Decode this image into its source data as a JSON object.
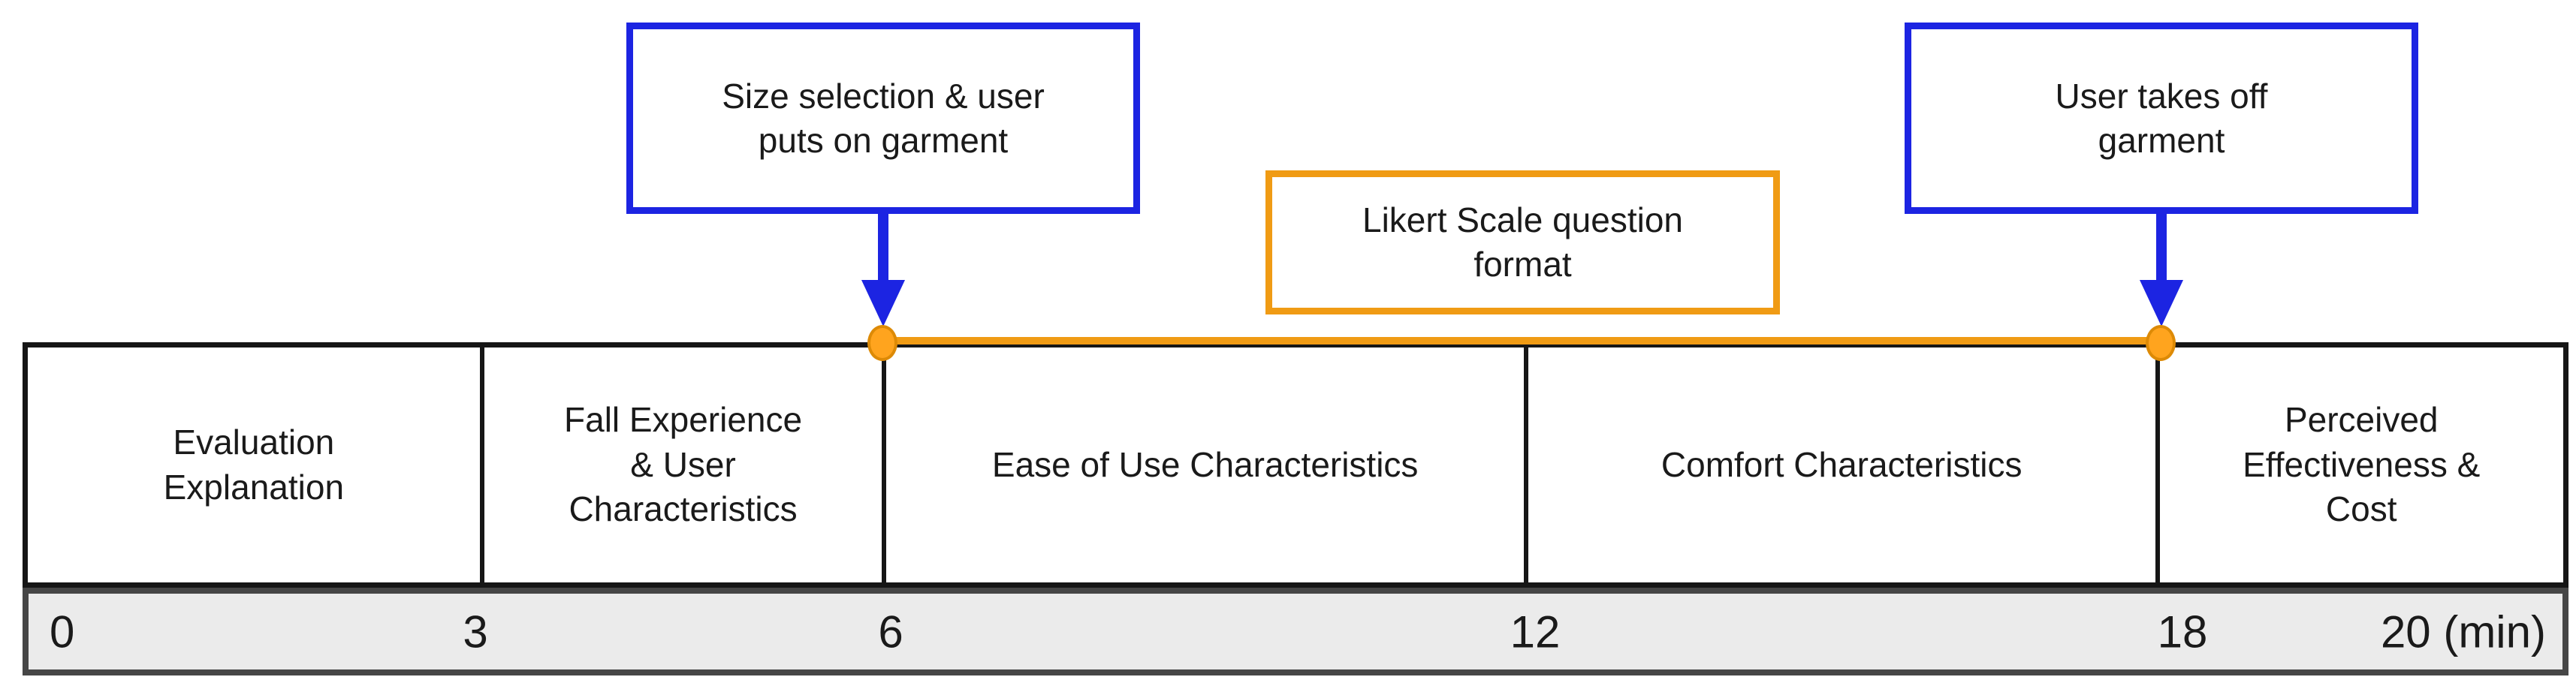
{
  "colors": {
    "blue": "#1c24e2",
    "orange": "#f09b14",
    "dot_orange": "#ffa41e",
    "dot_edge": "#dd8a06",
    "cell_border": "#161616",
    "axis_bg": "#ebebeb",
    "axis_border": "#464646",
    "text": "#1a1a1a"
  },
  "callouts": {
    "size_selection": {
      "lines": [
        "Size selection & user",
        "puts on garment"
      ],
      "points_to_min": 6
    },
    "likert": {
      "lines": [
        "Likert Scale question",
        "format"
      ],
      "spans_min": [
        6,
        18
      ]
    },
    "take_off": {
      "lines": [
        "User takes off",
        "garment"
      ],
      "points_to_min": 18
    }
  },
  "timeline": {
    "cells": [
      {
        "lines": [
          "Evaluation",
          "Explanation"
        ],
        "start_min": 0,
        "end_min": 3
      },
      {
        "lines": [
          "Fall Experience",
          "& User",
          "Characteristics"
        ],
        "start_min": 3,
        "end_min": 6
      },
      {
        "lines": [
          "Ease of Use Characteristics"
        ],
        "start_min": 6,
        "end_min": 12
      },
      {
        "lines": [
          "Comfort Characteristics"
        ],
        "start_min": 12,
        "end_min": 18
      },
      {
        "lines": [
          "Perceived",
          "Effectiveness &",
          "Cost"
        ],
        "start_min": 18,
        "end_min": 20
      }
    ]
  },
  "axis": {
    "ticks": [
      "0",
      "3",
      "6",
      "12",
      "18",
      "20 (min)"
    ]
  }
}
